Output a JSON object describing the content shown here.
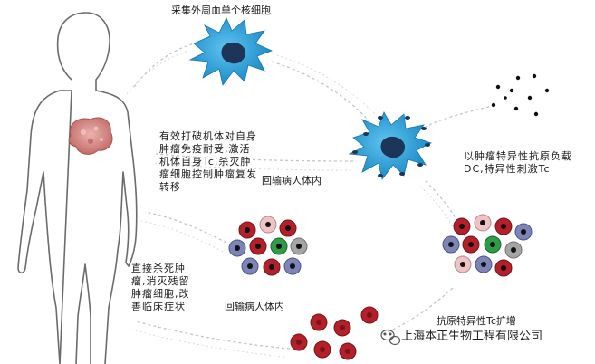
{
  "labels": {
    "collect_pbmc": "采集外周血单个核细胞",
    "tumor_dc": "以肿瘤特异性抗原负载DC,特异性刺激Tc",
    "expand_tc": "抗原特异性Tc扩增",
    "infuse_top": "回输病人体内",
    "infuse_bottom": "回输病人体内",
    "immune_effect": "有效打破机体对自身肿瘤免疫耐受,激活机体自身Tc,杀灭肿瘤细胞控制肿瘤复发转移",
    "direct_kill": "直接杀死肿瘤,消灭残留肿瘤细胞,改善临床症状"
  },
  "watermark": {
    "text": "上海本正生物工程有限公司",
    "icon": "wechat-icon"
  },
  "colors": {
    "dc_blue": "#1e9ed8",
    "dc_dark": "#1c3558",
    "tumor": "#d98a86",
    "body_outline": "#6a6a6a",
    "arrow": "#bcc6d2",
    "cell_red": "#b3202a",
    "cell_pink": "#efc3c4",
    "cell_green": "#2e9b45",
    "cell_blue": "#7d85b8",
    "cell_gray": "#a5a5a5",
    "antigen": "#111111"
  }
}
